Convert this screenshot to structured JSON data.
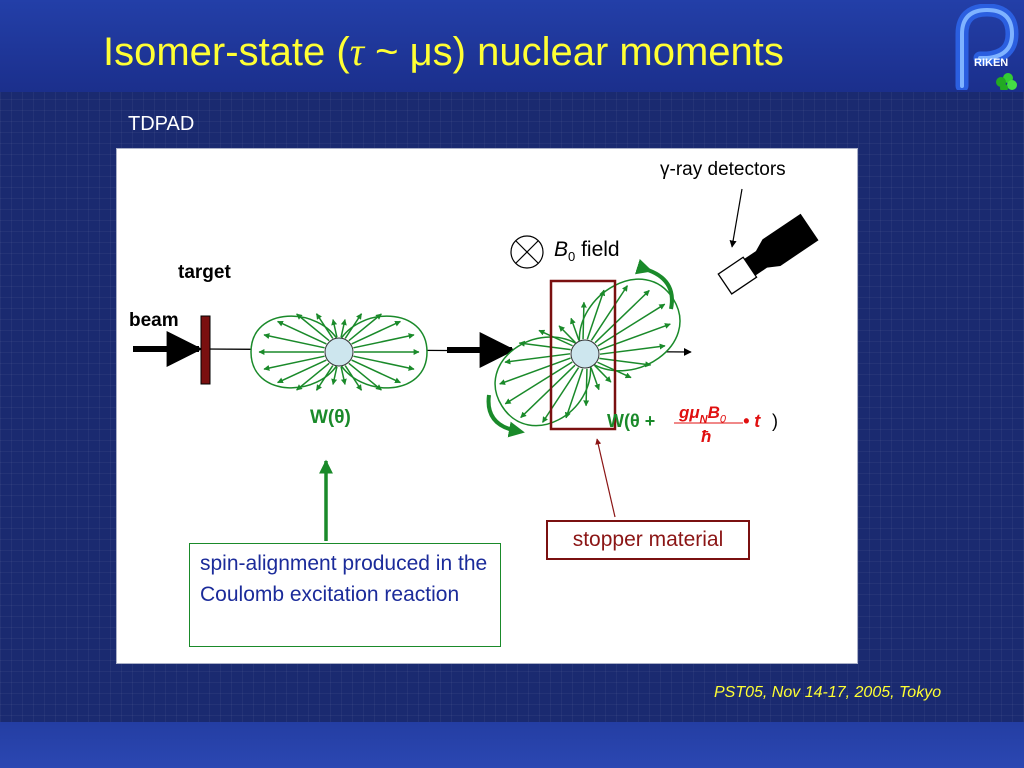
{
  "slide": {
    "title_prefix": "Isomer-state (",
    "title_tau": "τ",
    "title_suffix": " ~ μs) nuclear moments",
    "logo_text": "RIKEN",
    "section_label": "TDPAD",
    "footer": "PST05, Nov 14-17, 2005, Tokyo"
  },
  "diagram": {
    "gamma_detectors": "γ-ray detectors",
    "b0_symbol": "B",
    "b0_subscript": "0",
    "b0_field": " field",
    "target": "target",
    "beam": "beam",
    "w_theta": "W(θ)",
    "w_rotated_prefix": "W(θ +",
    "w_rotated_numerator": "gμ",
    "w_rotated_num_sub": "N",
    "w_rotated_num_b": "B",
    "w_rotated_num_b_sub": "0",
    "w_rotated_denominator": "ħ",
    "w_rotated_t": "• t",
    "w_rotated_close": ")",
    "stopper_material": "stopper material",
    "spin_alignment": "spin-alignment produced in the Coulomb excitation reaction"
  },
  "colors": {
    "title": "#ffff33",
    "green": "#1a8a2a",
    "dark_red": "#8b1515",
    "red": "#e01010",
    "text_blue": "#1b2b9a"
  }
}
